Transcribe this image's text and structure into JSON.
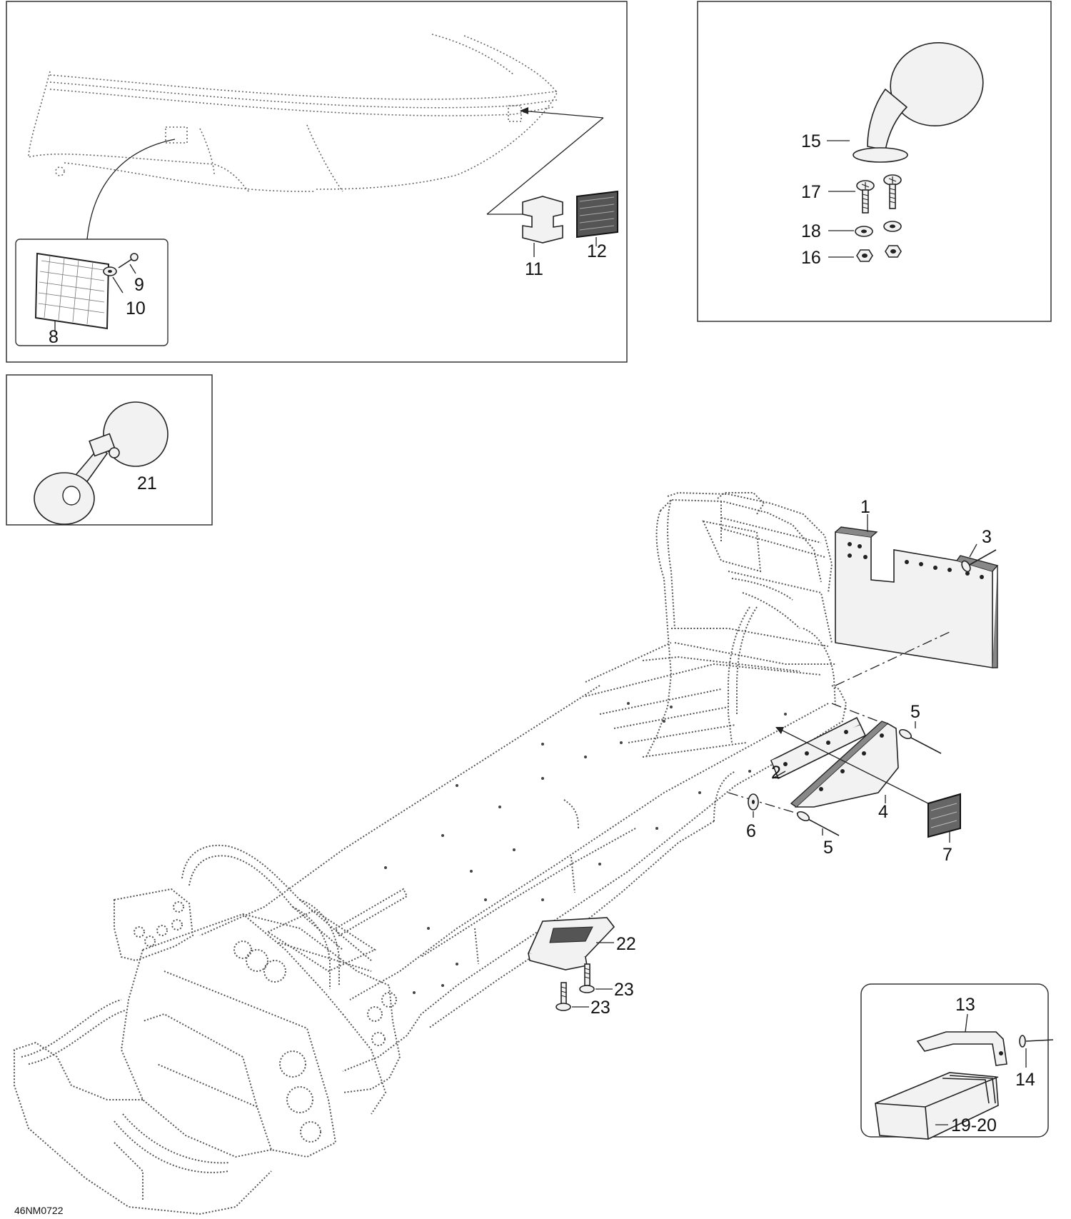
{
  "diagram_code": "46NM0722",
  "callouts": [
    {
      "id": "c1",
      "text": "1"
    },
    {
      "id": "c2",
      "text": "2"
    },
    {
      "id": "c3",
      "text": "3"
    },
    {
      "id": "c4",
      "text": "4"
    },
    {
      "id": "c5a",
      "text": "5"
    },
    {
      "id": "c5b",
      "text": "5"
    },
    {
      "id": "c6",
      "text": "6"
    },
    {
      "id": "c7",
      "text": "7"
    },
    {
      "id": "c8",
      "text": "8"
    },
    {
      "id": "c9",
      "text": "9"
    },
    {
      "id": "c10",
      "text": "10"
    },
    {
      "id": "c11",
      "text": "11"
    },
    {
      "id": "c12",
      "text": "12"
    },
    {
      "id": "c13",
      "text": "13"
    },
    {
      "id": "c14",
      "text": "14"
    },
    {
      "id": "c15",
      "text": "15"
    },
    {
      "id": "c16",
      "text": "16"
    },
    {
      "id": "c17",
      "text": "17"
    },
    {
      "id": "c18",
      "text": "18"
    },
    {
      "id": "c1920",
      "text": "19-20"
    },
    {
      "id": "c21",
      "text": "21"
    },
    {
      "id": "c22",
      "text": "22"
    },
    {
      "id": "c23a",
      "text": "23"
    },
    {
      "id": "c23b",
      "text": "23"
    }
  ]
}
